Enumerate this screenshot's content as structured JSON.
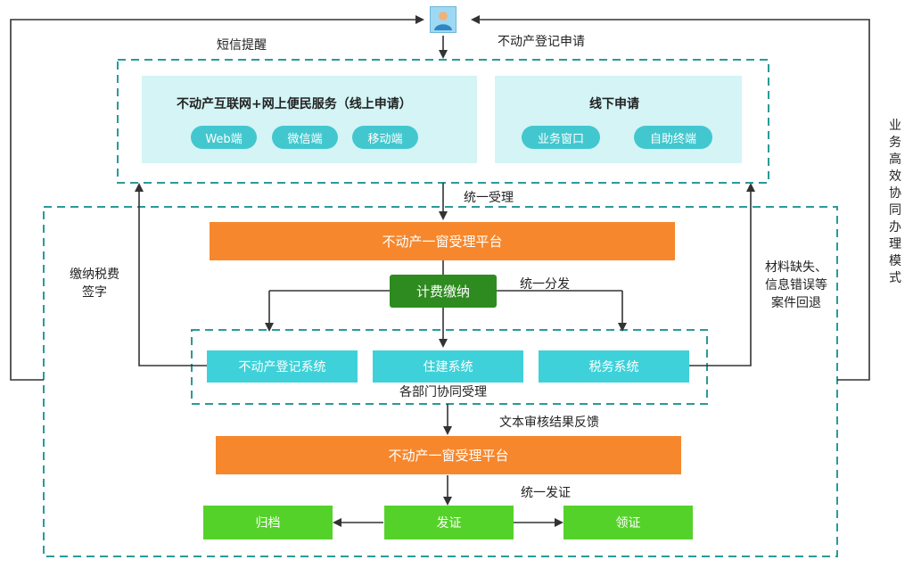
{
  "diagram": {
    "top_labels": {
      "sms_reminder": "短信提醒",
      "registration_apply": "不动产登记申请"
    },
    "online_panel": {
      "title": "不动产互联网+网上便民服务（线上申请）",
      "items": [
        "Web端",
        "微信端",
        "移动端"
      ]
    },
    "offline_panel": {
      "title": "线下申请",
      "items": [
        "业务窗口",
        "自助终端"
      ]
    },
    "unified_acceptance": "统一受理",
    "platform_top": "不动产一窗受理平台",
    "fee_payment": "计费缴纳",
    "unified_dispatch": "统一分发",
    "tax_sign": "缴纳税费\n签字",
    "material_return": "材料缺失、\n信息错误等\n案件回退",
    "right_side": "业务高效协同办理模式",
    "systems": [
      "不动产登记系统",
      "住建系统",
      "税务系统"
    ],
    "collab_label": "各部门协同受理",
    "review_feedback": "文本审核结果反馈",
    "platform_bottom": "不动产一窗受理平台",
    "unified_cert": "统一发证",
    "final": [
      "归档",
      "发证",
      "领证"
    ],
    "colors": {
      "orange": "#f7872c",
      "cyan": "#3fd1d9",
      "green": "#55d22a",
      "dark_green": "#2e8b1f",
      "panel_bg": "#d4f4f6",
      "dashed_border": "#2a9a9a"
    },
    "icons": [
      "user-icon"
    ]
  }
}
